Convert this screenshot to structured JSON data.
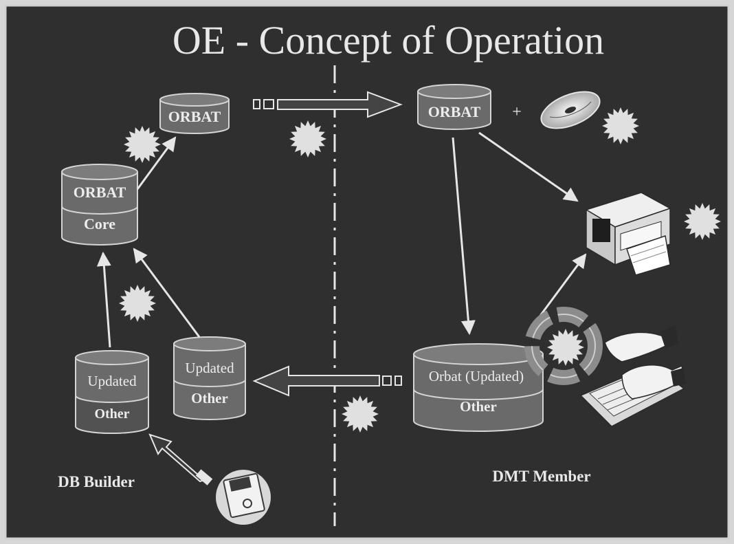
{
  "slide": {
    "title": "OE - Concept of Operation",
    "plus_sign": "+",
    "colors": {
      "background": "#2f2f2f",
      "border": "#d8d8d8",
      "text": "#e8e8e8",
      "db_fill": "#6a6a6a",
      "db_top": "#7c7c7c",
      "db_band": "#4f4f4f",
      "arrow": "#e0e0e0",
      "burst": "#f0f0f0"
    }
  },
  "left_side": {
    "role_label": "DB Builder",
    "orbat_db": {
      "label": "ORBAT"
    },
    "core_db": {
      "top_label": "ORBAT",
      "bottom_label": "Core"
    },
    "updated_db_1": {
      "top_label": "Updated",
      "bottom_label": "Other"
    },
    "updated_db_2": {
      "top_label": "Updated",
      "bottom_label": "Other"
    },
    "icons": [
      "floppy-disk-icon",
      "usb-drive-icon"
    ]
  },
  "right_side": {
    "role_label": "DMT Member",
    "orbat_db": {
      "label": "ORBAT"
    },
    "orbat_updated_db": {
      "top_label": "Orbat (Updated)",
      "bottom_label": "Other"
    },
    "icons": [
      "cd-disc-icon",
      "printer-icon",
      "typing-hands-icon",
      "cycle-arrows-icon"
    ]
  }
}
